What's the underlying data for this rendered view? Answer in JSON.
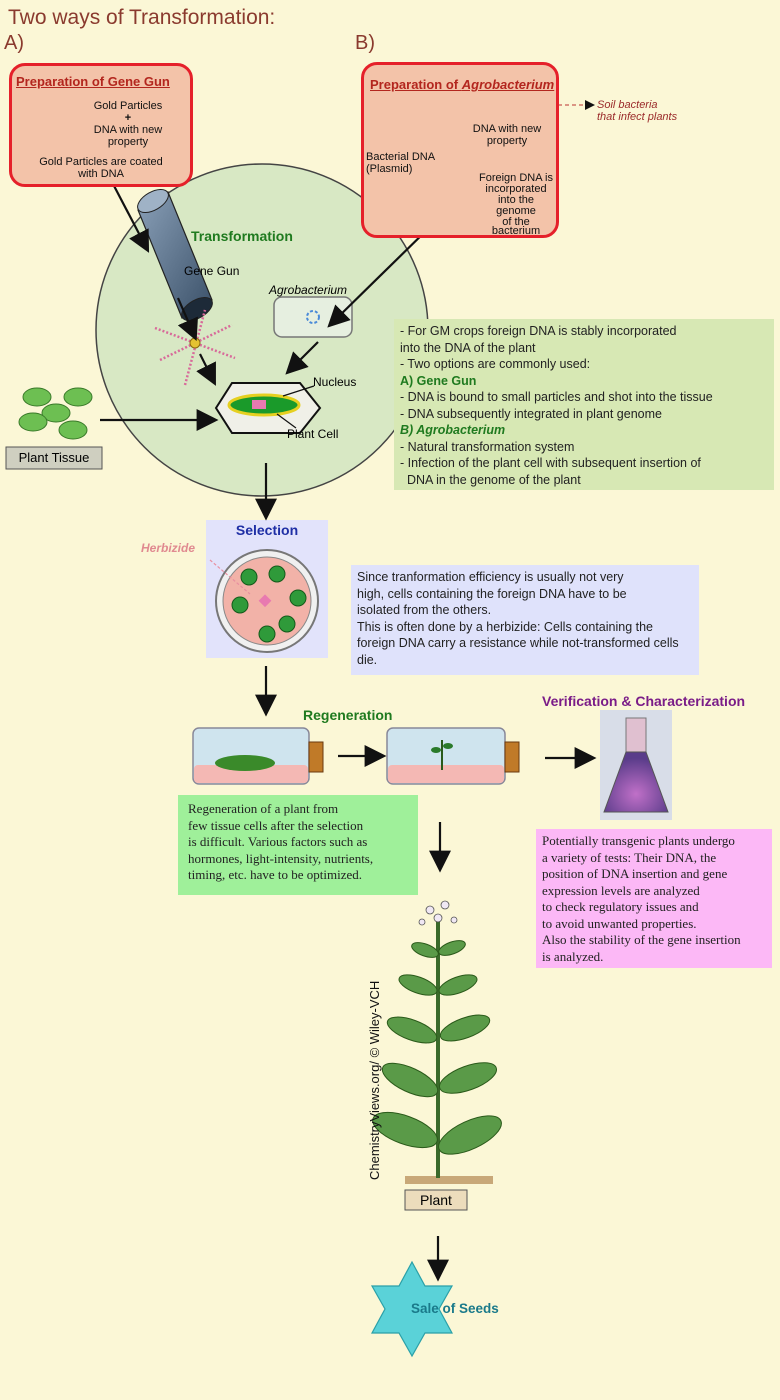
{
  "title": "Two ways of Transformation:",
  "section_a": "A)",
  "section_b": "B)",
  "gene_gun_box": {
    "heading": "Preparation of Gene Gun",
    "gold_particles": "Gold Particles",
    "plus": "+",
    "dna_new_1": "DNA with new",
    "dna_new_2": "property",
    "coated_1": "Gold Particles are coated",
    "coated_2": "with DNA"
  },
  "agro_box": {
    "heading_prefix": "Preparation of ",
    "heading_italic": "Agrobacterium",
    "soil_1": "Soil bacteria",
    "soil_2": "that infect plants",
    "dna_new_1": "DNA with new",
    "dna_new_2": "property",
    "bacterial_1": "Bacterial DNA",
    "bacterial_2": "(Plasmid)",
    "foreign_1": "Foreign DNA is",
    "foreign_2": "incorporated",
    "foreign_3": "into the",
    "foreign_4": "genome",
    "foreign_5": "of the",
    "foreign_6": "bacterium"
  },
  "transformation": {
    "heading": "Transformation",
    "gene_gun": "Gene Gun",
    "agrobacterium": "Agrobacterium",
    "nucleus": "Nucleus",
    "plant_cell": "Plant Cell"
  },
  "plant_tissue": "Plant Tissue",
  "transformation_note": [
    "- For GM crops foreign DNA is stably incorporated",
    "into the DNA of the plant",
    "- Two options are commonly used:",
    "A) Gene Gun",
    "- DNA is bound to small particles and shot into the tissue",
    "- DNA subsequently integrated in plant genome",
    "B) Agrobacterium",
    "- Natural transformation system",
    "- Infection of the plant cell with subsequent insertion of",
    "  DNA in the genome of the plant"
  ],
  "selection": {
    "heading": "Selection",
    "herbizide": "Herbizide"
  },
  "selection_note": [
    "Since tranformation efficiency is usually not very",
    "high, cells containing the foreign DNA have to be",
    "isolated from the others.",
    "This is often done by a herbizide: Cells containing the",
    "foreign DNA carry a resistance while not-transformed cells",
    "die."
  ],
  "regeneration": {
    "heading": "Regeneration"
  },
  "regeneration_note": [
    "Regeneration of a plant from",
    "few tissue cells after the selection",
    "is difficult. Various factors such as",
    "hormones, light-intensity, nutrients,",
    "timing, etc. have to be optimized."
  ],
  "verification": {
    "heading": "Verification & Characterization"
  },
  "verification_note": [
    "Potentially transgenic plants undergo",
    "a variety of tests: Their DNA, the",
    "position of DNA insertion and gene",
    "expression levels are analyzed",
    "to check regulatory issues and",
    "to avoid unwanted properties.",
    "Also the stability of the gene insertion",
    "is analyzed."
  ],
  "plant_label": "Plant",
  "copyright": "ChemistryViews.org/ © Wiley-VCH",
  "sale_of_seeds": "Sale of Seeds",
  "colors": {
    "heading_brown": "#8a3a2e",
    "box_red": "#e5202a",
    "box_fill": "#f3c3a9",
    "note_green": "#d7e8b4",
    "note_blue": "#dfe2fb",
    "note_bright_green": "#9ff09a",
    "note_pink": "#fcb8f6",
    "selection_blue": "#1f2fa5",
    "verification_purple": "#7a1c88"
  }
}
